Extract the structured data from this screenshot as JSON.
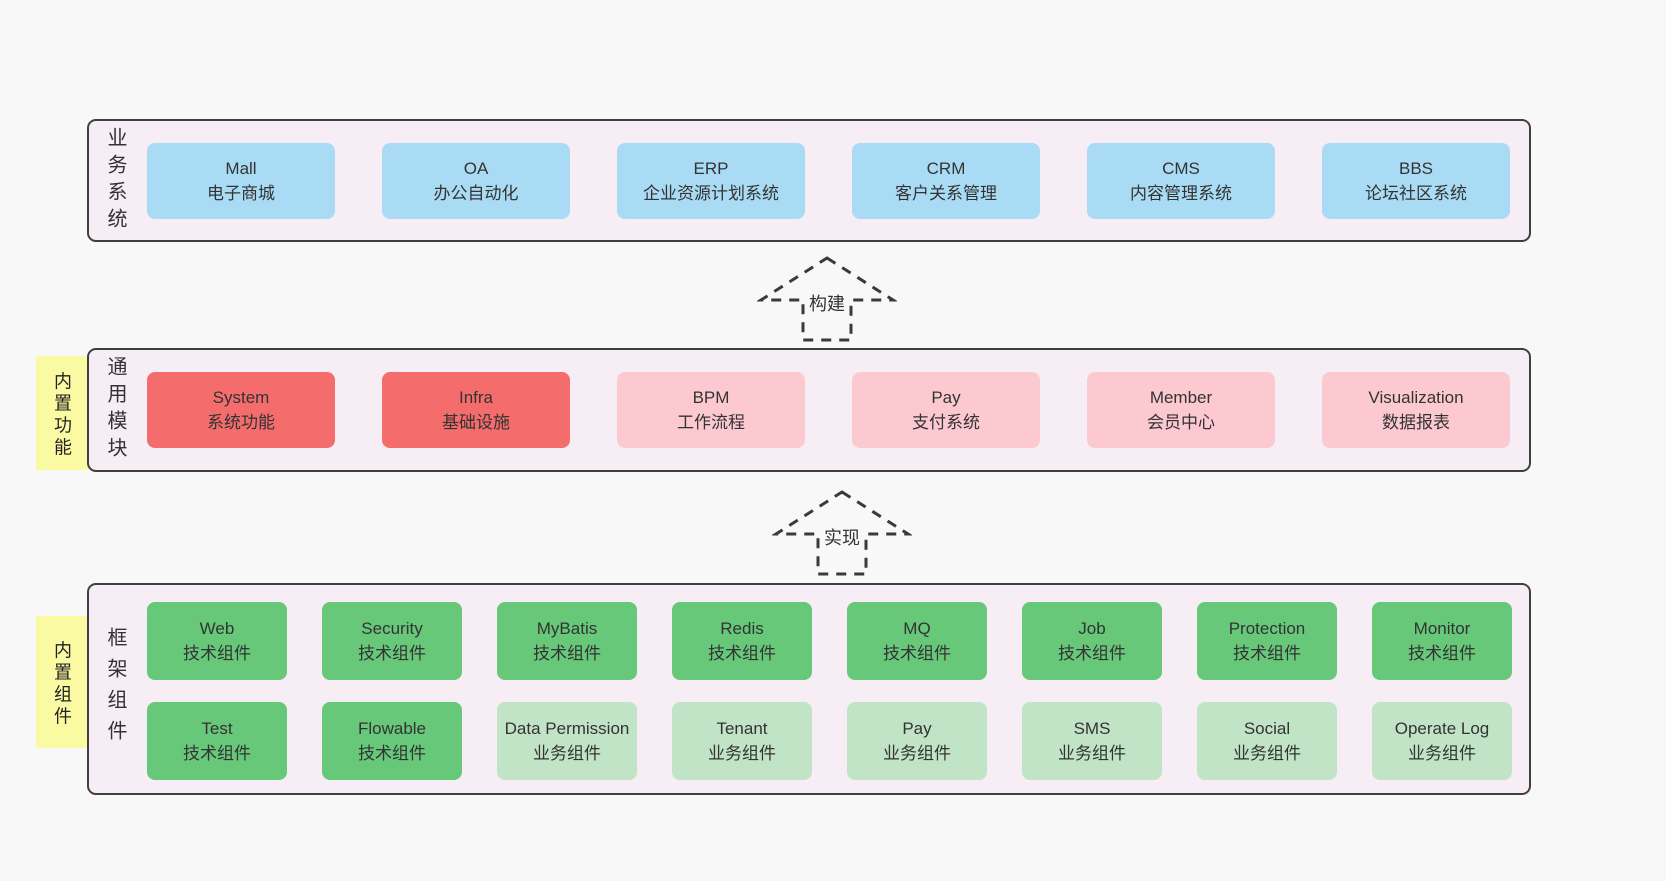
{
  "band1": {
    "label": "业务系统",
    "items": [
      {
        "title": "Mall",
        "subtitle": "电子商城"
      },
      {
        "title": "OA",
        "subtitle": "办公自动化"
      },
      {
        "title": "ERP",
        "subtitle": "企业资源计划系统"
      },
      {
        "title": "CRM",
        "subtitle": "客户关系管理"
      },
      {
        "title": "CMS",
        "subtitle": "内容管理系统"
      },
      {
        "title": "BBS",
        "subtitle": "论坛社区系统"
      }
    ]
  },
  "arrow1": {
    "label": "构建"
  },
  "band2": {
    "label": "通用模块",
    "note": "内置功能",
    "items": [
      {
        "title": "System",
        "subtitle": "系统功能"
      },
      {
        "title": "Infra",
        "subtitle": "基础设施"
      },
      {
        "title": "BPM",
        "subtitle": "工作流程"
      },
      {
        "title": "Pay",
        "subtitle": "支付系统"
      },
      {
        "title": "Member",
        "subtitle": "会员中心"
      },
      {
        "title": "Visualization",
        "subtitle": "数据报表"
      }
    ]
  },
  "arrow2": {
    "label": "实现"
  },
  "band3": {
    "label": "框架组件",
    "note": "内置组件",
    "row1": [
      {
        "title": "Web",
        "subtitle": "技术组件"
      },
      {
        "title": "Security",
        "subtitle": "技术组件"
      },
      {
        "title": "MyBatis",
        "subtitle": "技术组件"
      },
      {
        "title": "Redis",
        "subtitle": "技术组件"
      },
      {
        "title": "MQ",
        "subtitle": "技术组件"
      },
      {
        "title": "Job",
        "subtitle": "技术组件"
      },
      {
        "title": "Protection",
        "subtitle": "技术组件"
      },
      {
        "title": "Monitor",
        "subtitle": "技术组件"
      }
    ],
    "row2": [
      {
        "title": "Test",
        "subtitle": "技术组件"
      },
      {
        "title": "Flowable",
        "subtitle": "技术组件"
      },
      {
        "title": "Data Permission",
        "subtitle": "业务组件"
      },
      {
        "title": "Tenant",
        "subtitle": "业务组件"
      },
      {
        "title": "Pay",
        "subtitle": "业务组件"
      },
      {
        "title": "SMS",
        "subtitle": "业务组件"
      },
      {
        "title": "Social",
        "subtitle": "业务组件"
      },
      {
        "title": "Operate Log",
        "subtitle": "业务组件"
      }
    ]
  },
  "colors": {
    "page_bg": "#f8f8f8",
    "band_bg": "#f7edf4",
    "band_border": "#3f3f3f",
    "blue_box": "#a9dcf4",
    "red_box": "#f56c6c",
    "pink_box": "#fcc9d1",
    "green_box": "#67c879",
    "light_green_box": "#c1e4c6",
    "note_yellow": "#fafaa3",
    "note_fold_gray": "#cbcbcb",
    "text": "#333333"
  }
}
